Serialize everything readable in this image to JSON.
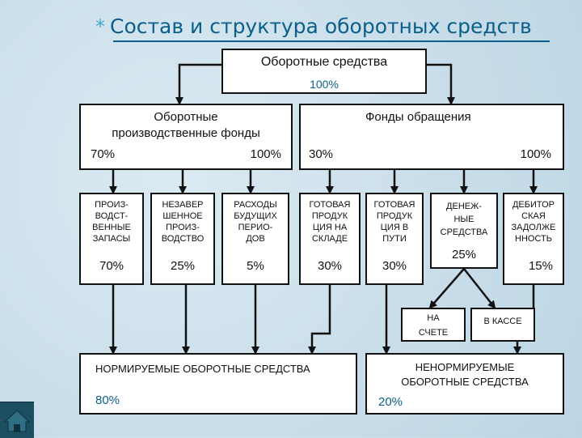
{
  "title": "Состав и структура оборотных средств",
  "title_bullet": "*",
  "root": {
    "label": "Оборотные средства",
    "percent": "100%"
  },
  "production": {
    "line1": "Оборотные",
    "line2": "производственные фонды",
    "left_percent": "70%",
    "right_percent": "100%"
  },
  "circulation": {
    "label": "Фонды обращения",
    "left_percent": "30%",
    "right_percent": "100%"
  },
  "items": [
    {
      "lines": [
        "ПРОИЗ-",
        "ВОДСТ-",
        "ВЕННЫЕ",
        "ЗАПАСЫ"
      ],
      "percent": "70%"
    },
    {
      "lines": [
        "НЕЗАВЕР",
        "ШЕННОЕ",
        "ПРОИЗ-",
        "ВОДСТВО"
      ],
      "percent": "25%"
    },
    {
      "lines": [
        "РАСХОДЫ",
        "БУДУЩИХ",
        "ПЕРИО-",
        "ДОВ"
      ],
      "percent": "5%"
    },
    {
      "lines": [
        "ГОТОВАЯ",
        "ПРОДУК",
        "ЦИЯ НА",
        "СКЛАДЕ"
      ],
      "percent": "30%"
    },
    {
      "lines": [
        "ГОТОВАЯ",
        "ПРОДУК",
        "ЦИЯ В",
        "ПУТИ"
      ],
      "percent": "30%"
    },
    {
      "lines": [
        "ДЕНЕЖ-",
        "НЫЕ",
        "СРЕДСТВА"
      ],
      "percent": "25%"
    },
    {
      "lines": [
        "ДЕБИТОР",
        "СКАЯ",
        "ЗАДОЛЖЕ",
        "ННОСТЬ"
      ],
      "percent": "15%"
    }
  ],
  "account": {
    "line1": "НА",
    "line2": "СЧЕТЕ"
  },
  "cash": {
    "label": "В КАССЕ"
  },
  "normed": {
    "label": "НОРМИРУЕМЫЕ ОБОРОТНЫЕ СРЕДСТВА",
    "percent": "80%"
  },
  "unnormed": {
    "line1": "НЕНОРМИРУЕМЫЕ",
    "line2": "ОБОРОТНЫЕ СРЕДСТВА",
    "percent": "20%"
  }
}
